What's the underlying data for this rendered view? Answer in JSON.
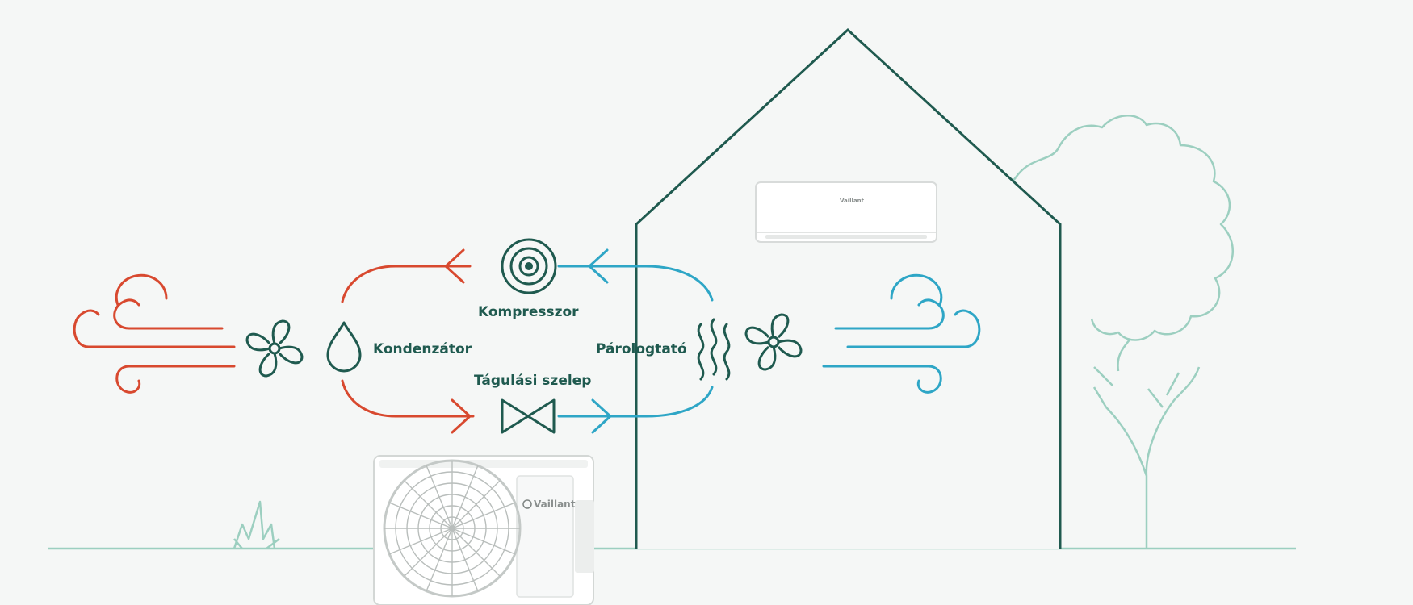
{
  "labels": {
    "compressor": "Kompresszor",
    "condenser": "Kondenzátor",
    "evaporator": "Párologtató",
    "expansion_valve": "Tágulási szelep"
  },
  "brand": {
    "outdoor_logo": "Vaillant",
    "indoor_logo": "Vaillant"
  },
  "colors": {
    "warm": "#d8492f",
    "cool": "#2ea6c6",
    "outline": "#1f5a4f",
    "landscape": "#9ccfc0",
    "background": "#f5f7f6"
  }
}
